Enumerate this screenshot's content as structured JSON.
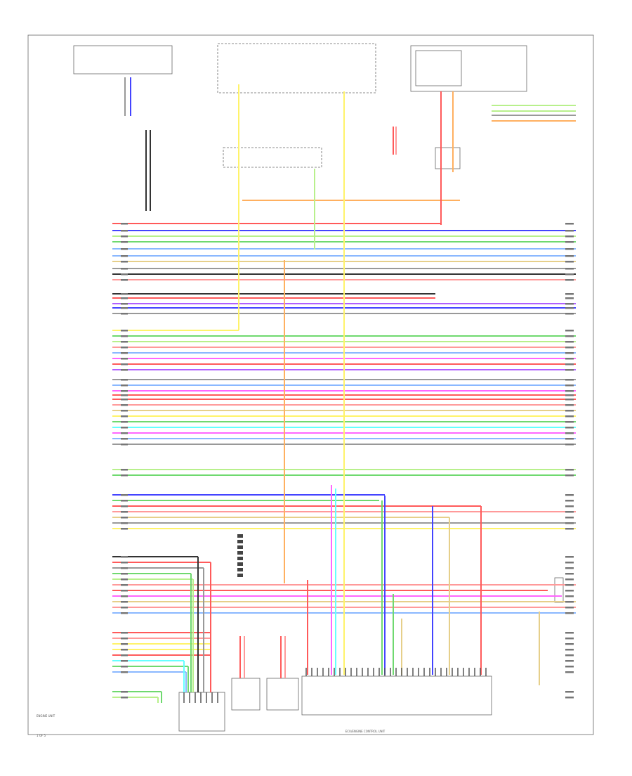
{
  "diagram": {
    "footer_left_label": "ENGINE UNIT",
    "sheet_index": "1 OF 5",
    "bottom_center_label": "ECU/ENGINE CONTROL UNIT",
    "colors": {
      "red": "#ff5a5a",
      "pink": "#ff9a9a",
      "blue": "#4444ff",
      "lightblue": "#8ab8ff",
      "green": "#6fd96f",
      "lightgreen": "#b8f08c",
      "yellow": "#fff36a",
      "orange": "#ffb060",
      "cyan": "#66ffff",
      "magenta": "#ff66ff",
      "purple": "#b060ff",
      "tan": "#e6cf8a",
      "gray": "#999999",
      "dark": "#333333"
    }
  }
}
